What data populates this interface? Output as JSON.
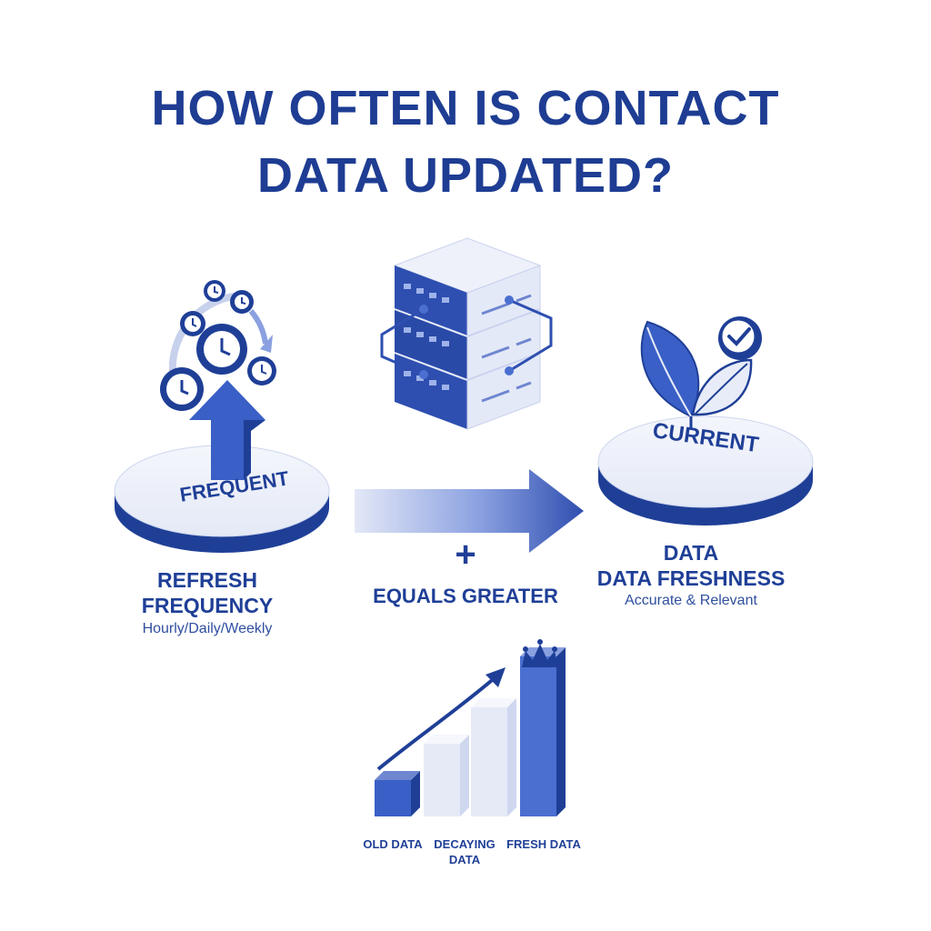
{
  "title": {
    "line1": "HOW OFTEN IS CONTACT",
    "line2": "DATA UPDATED?"
  },
  "left": {
    "disc_label": "FREQUENT",
    "heading": "REFRESH FREQUENCY",
    "subtext": "Hourly/Daily/Weekly",
    "icons": [
      "clock-icon",
      "up-arrow-icon"
    ]
  },
  "center": {
    "icon": "server-icon",
    "plus": "+",
    "caption": "EQUALS GREATER"
  },
  "right": {
    "disc_label": "CURRENT",
    "heading_line1": "DATA",
    "heading_line2": "DATA FRESHNESS",
    "subtext": "Accurate & Relevant",
    "icons": [
      "leaf-icon",
      "checkmark-icon"
    ]
  },
  "bars": {
    "items": [
      {
        "label_line1": "OLD DATA",
        "label_line2": "",
        "value": 1
      },
      {
        "label_line1": "DECAYING",
        "label_line2": "DATA",
        "value": 2
      },
      {
        "label_line1": "FRESH DATA",
        "label_line2": "",
        "value": 3
      },
      {
        "label_line1": "",
        "label_line2": "",
        "value": 4.4
      }
    ],
    "icons": [
      "trend-arrow-icon",
      "crown-icon"
    ]
  },
  "colors": {
    "primary": "#1e3d93",
    "accent": "#4a6fd1",
    "light": "#e7ecf8"
  }
}
